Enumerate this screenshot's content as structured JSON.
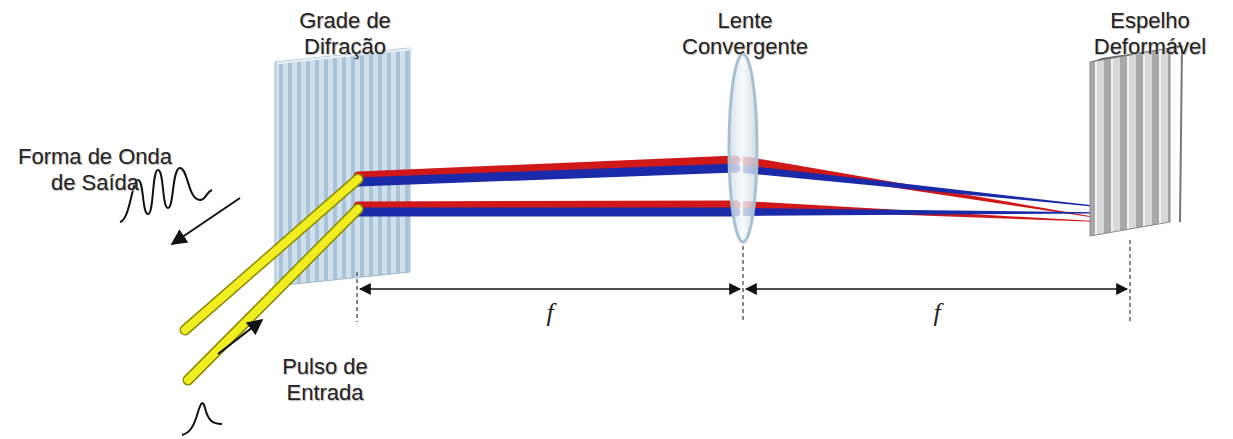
{
  "diagram": {
    "labels": [
      "Grade de Difração",
      "Lente Convergente",
      "Espelho Deformável",
      "Forma de Onda de Saída",
      "Pulso de Entrada",
      "f",
      "f"
    ]
  }
}
